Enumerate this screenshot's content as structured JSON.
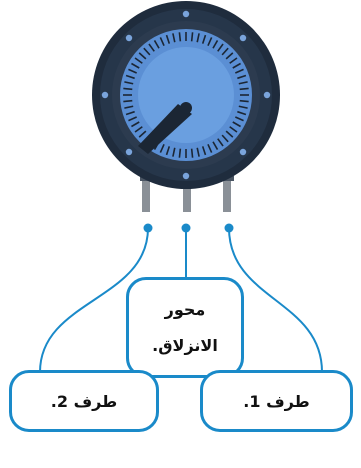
{
  "labels": {
    "wiper": {
      "line1": "محور",
      "line2": "الانزلاق."
    },
    "terminal_2": "طرف 2.",
    "terminal_1": "طرف 1."
  },
  "colors": {
    "connector": "#1a8ac9",
    "knob_face": "#5b8fd4",
    "knob_rim": "#2c3b4f",
    "knob_body": "#1f2c3d",
    "pin": "#8a9097"
  },
  "dial": {
    "tick_count": 60
  }
}
